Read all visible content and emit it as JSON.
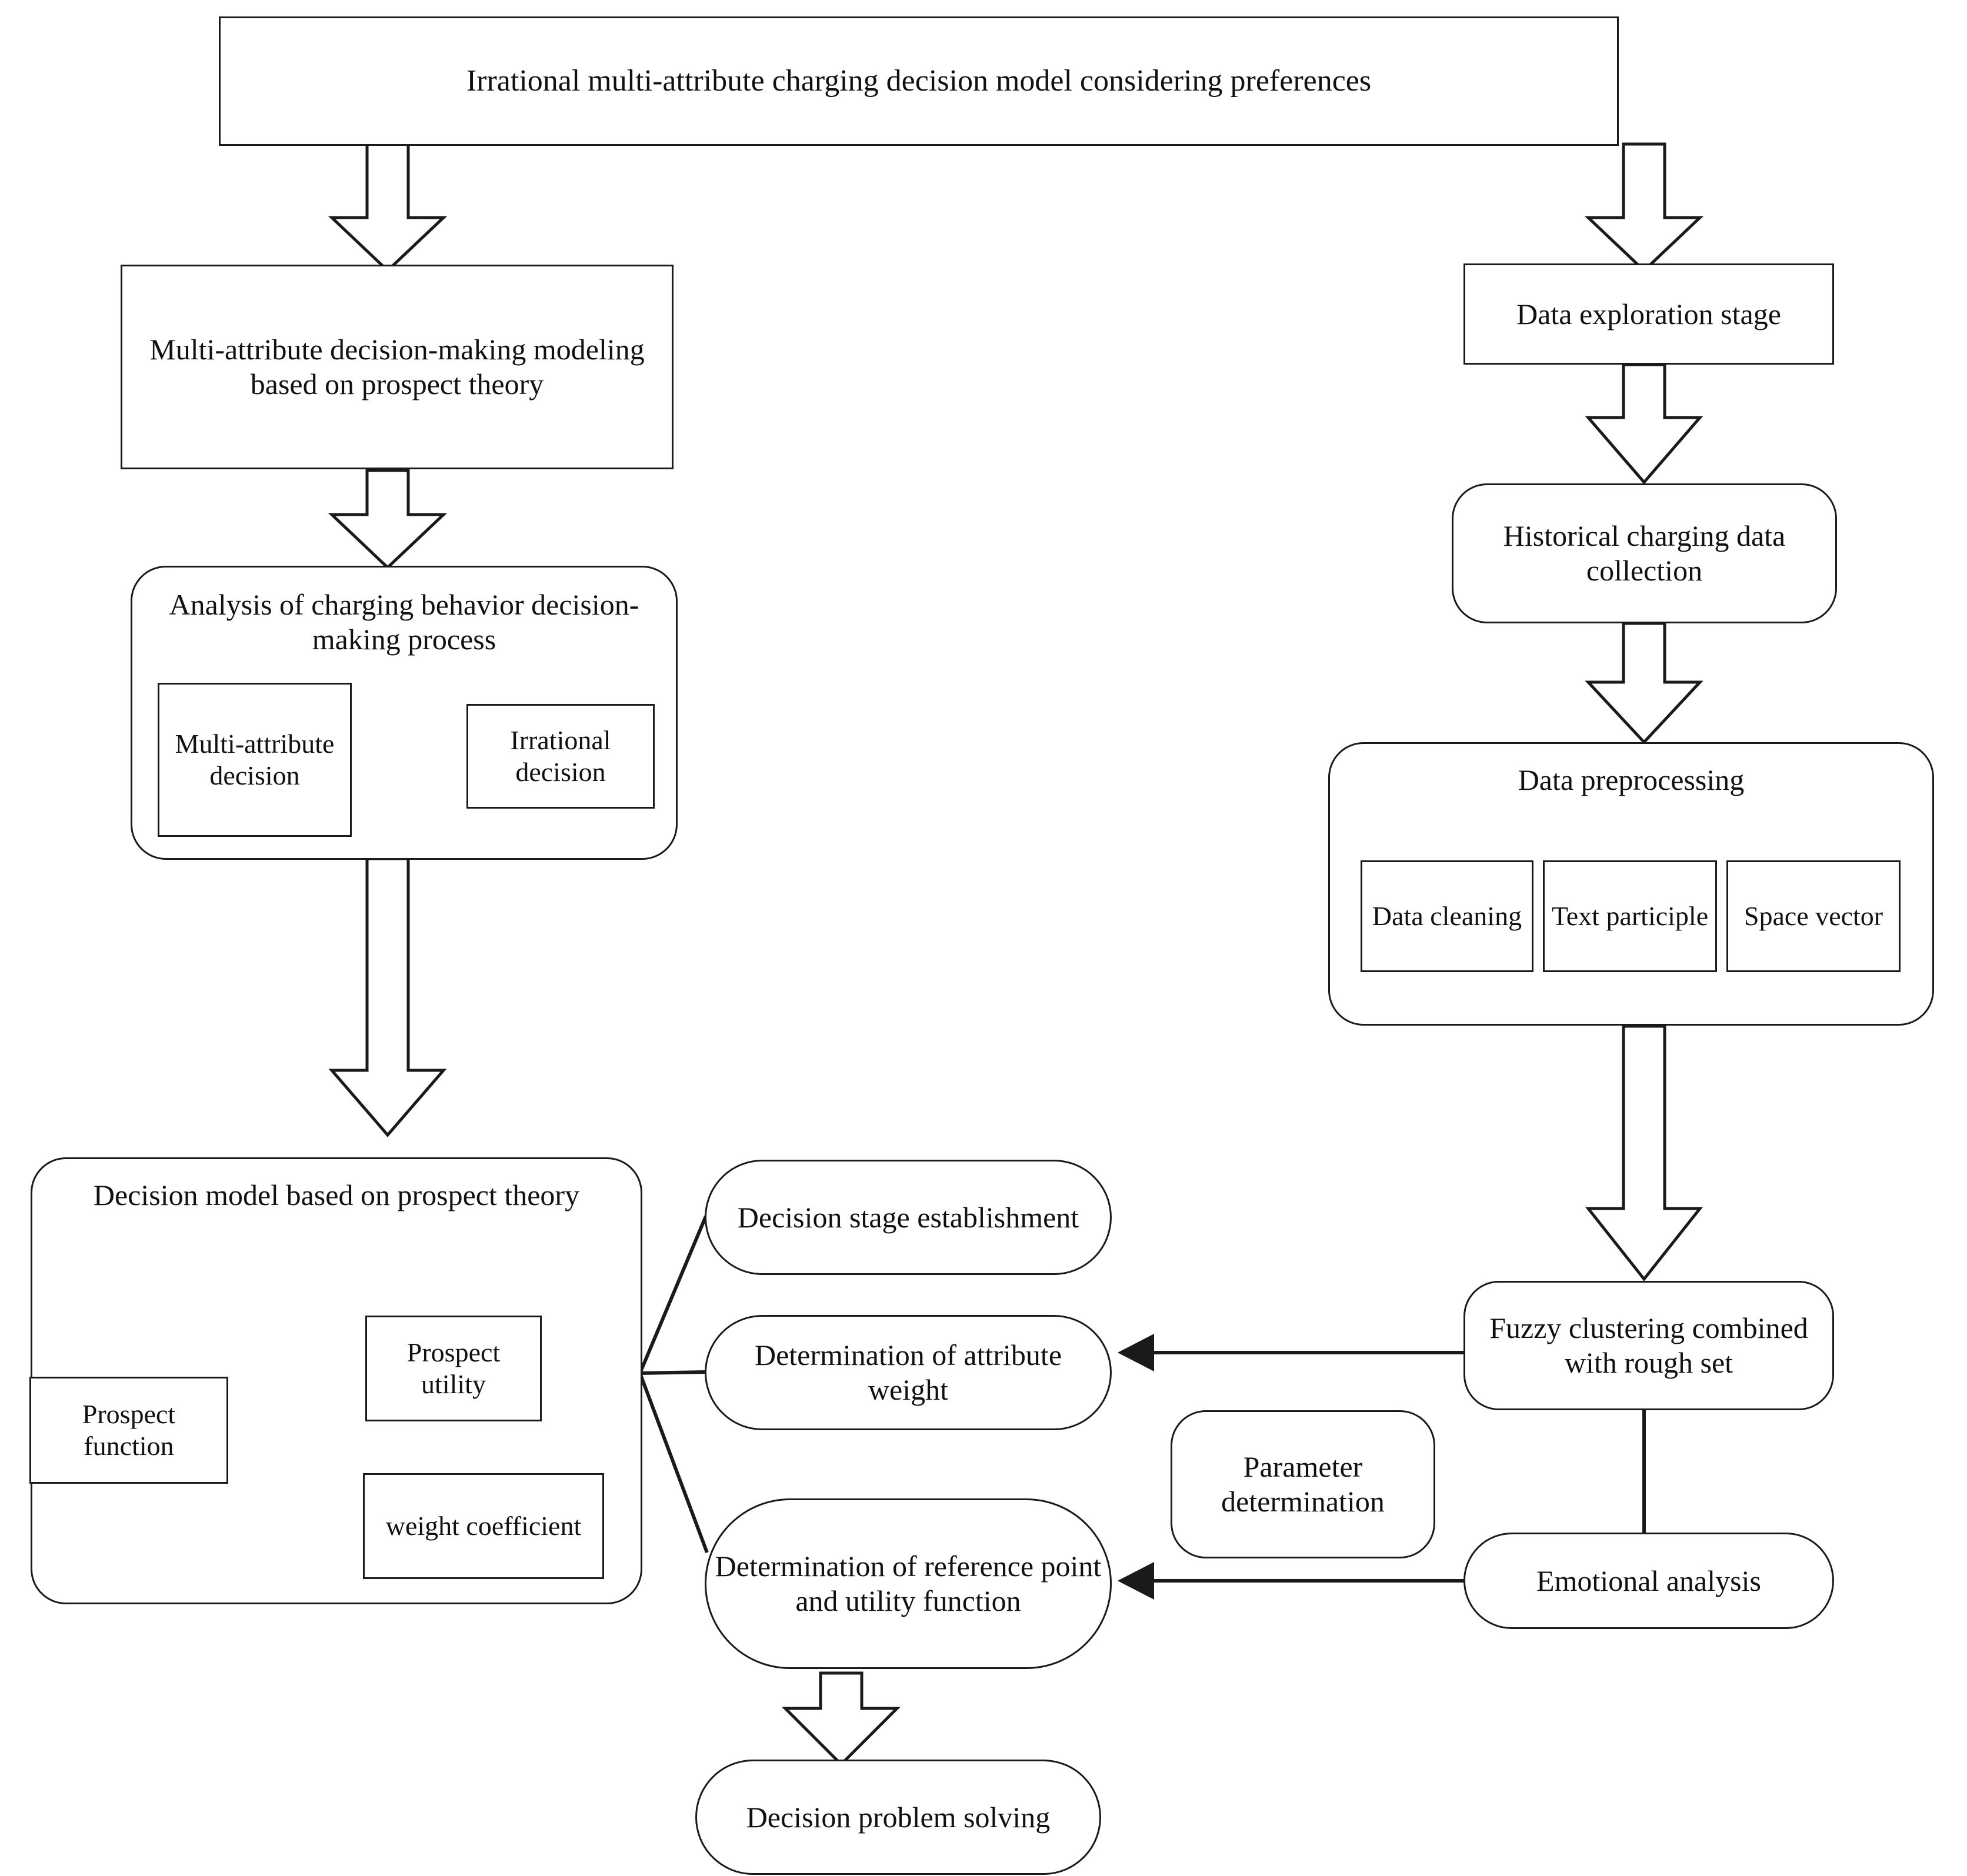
{
  "diagram": {
    "title": "Irrational multi-attribute charging decision model considering preferences",
    "ink_color": "#1a1a1a",
    "background_color": "#ffffff"
  },
  "nodes": {
    "root_title": "Irrational multi-attribute charging decision model considering preferences",
    "left": {
      "modeling": "Multi-attribute decision-making modeling based on prospect theory",
      "analysis": "Analysis of charging behavior decision-making process",
      "multi_attribute_decision": "Multi-attribute decision",
      "irrational_decision": "Irrational decision",
      "decision_model": "Decision model based on prospect theory",
      "prospect_function": "Prospect function",
      "prospect_utility": "Prospect utility",
      "weight_coefficient": "weight coefficient"
    },
    "middle": {
      "stage_establishment": "Decision stage establishment",
      "attribute_weight": "Determination of attribute weight",
      "reference_point": "Determination of reference point and utility function",
      "problem_solving": "Decision problem solving"
    },
    "right": {
      "exploration_stage": "Data exploration stage",
      "data_collection": "Historical charging data collection",
      "preprocessing": "Data preprocessing",
      "preprocessing_items": [
        "Data cleaning",
        "Text participle",
        "Space vector"
      ],
      "fuzzy_clustering": "Fuzzy clustering combined with rough set",
      "parameter_determination": "Parameter determination",
      "emotional_analysis": "Emotional analysis"
    }
  }
}
